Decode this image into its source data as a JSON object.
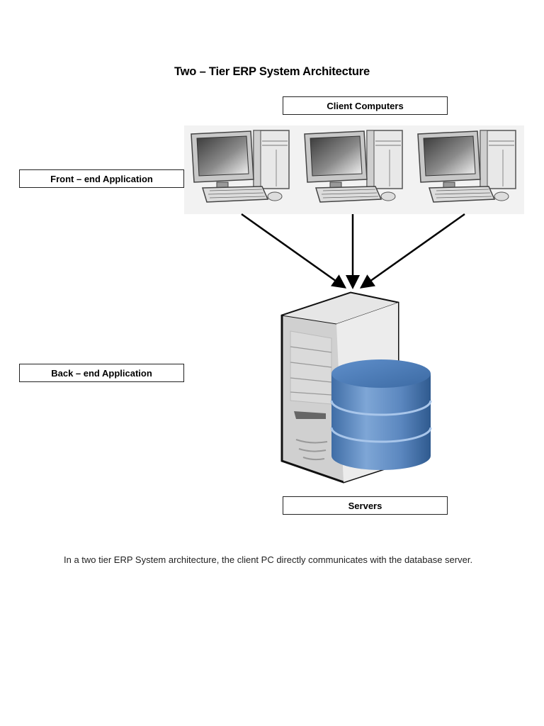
{
  "title": "Two – Tier ERP System Architecture",
  "labels": {
    "client_computers": "Client Computers",
    "front_end": "Front – end Application",
    "back_end": "Back – end Application",
    "servers": "Servers"
  },
  "icons": {
    "clients": [
      "desktop-computer-icon",
      "desktop-computer-icon",
      "desktop-computer-icon"
    ],
    "server": "server-tower-icon",
    "database": "database-cylinder-icon"
  },
  "colors": {
    "database_blue": "#5b87bf",
    "server_gray": "#d9d9d9",
    "strip_bg": "#f2f2f2"
  },
  "description": "In a two tier ERP System architecture, the client PC directly communicates with the database server."
}
